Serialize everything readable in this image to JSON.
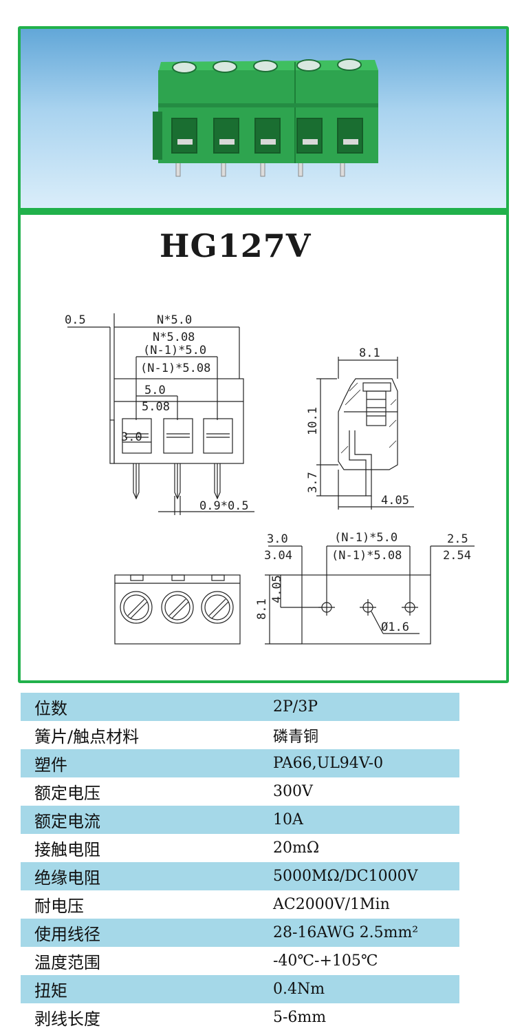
{
  "product": {
    "model": "HG127V"
  },
  "dimensions": {
    "left_offset": "0.5",
    "pitch_total_a": "N*5.0",
    "pitch_total_b": "N*5.08",
    "pitch_inner_a": "(N-1)*5.0",
    "pitch_inner_b": "(N-1)*5.08",
    "pitch_a": "5.0",
    "pitch_b": "5.08",
    "slot_width": "3.0",
    "pin_size": "0.9*0.5",
    "side_width": "8.1",
    "side_height": "10.1",
    "pin_length": "3.7",
    "pin_offset": "4.05",
    "pcb_left_a": "3.0",
    "pcb_left_b": "3.04",
    "pcb_inner_a": "(N-1)*5.0",
    "pcb_inner_b": "(N-1)*5.08",
    "pcb_right_a": "2.5",
    "pcb_right_b": "2.54",
    "pcb_height": "8.1",
    "pcb_hole_offset": "4.05",
    "hole_diameter": "Ø1.6"
  },
  "specs": [
    {
      "label": "位数",
      "value": "2P/3P"
    },
    {
      "label": "簧片/触点材料",
      "value": "磷青铜"
    },
    {
      "label": "塑件",
      "value": "PA66,UL94V-0"
    },
    {
      "label": "额定电压",
      "value": "300V"
    },
    {
      "label": "额定电流",
      "value": "10A"
    },
    {
      "label": "接触电阻",
      "value": "20mΩ"
    },
    {
      "label": "绝缘电阻",
      "value": "5000MΩ/DC1000V"
    },
    {
      "label": "耐电压",
      "value": "AC2000V/1Min"
    },
    {
      "label": "使用线径",
      "value": "28-16AWG  2.5mm²"
    },
    {
      "label": "温度范围",
      "value": "-40℃-+105℃"
    },
    {
      "label": "扭矩",
      "value": "0.4Nm"
    },
    {
      "label": "剥线长度",
      "value": "5-6mm"
    }
  ]
}
